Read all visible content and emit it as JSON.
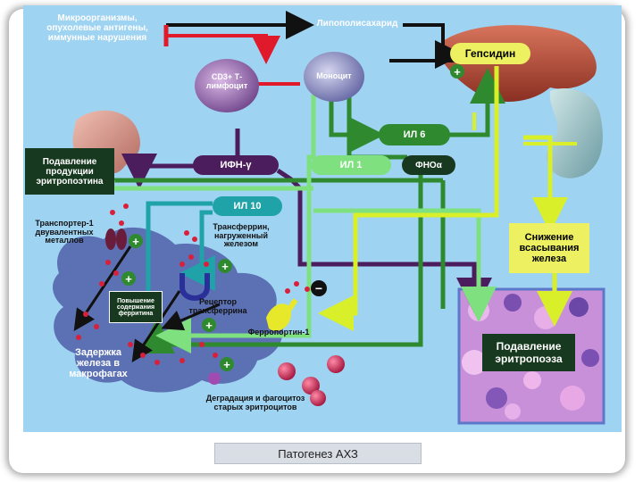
{
  "colors": {
    "background": "#9fd3f2",
    "purple_arrow": "#4b1d5c",
    "teal_arrow": "#1fa3a8",
    "green_arrow": "#2f8a2f",
    "lightgreen_arrow": "#7fe07f",
    "yellow_arrow": "#d9ef2a",
    "red_inhibit": "#e0192b",
    "dark_box": "#17391f",
    "yellow_box": "#ecf061",
    "marrow": "#c890d8"
  },
  "labels": {
    "microorganisms": "Микроорганизмы, опухолевые антигены, иммунные нарушения",
    "lps": "Липополисахарид",
    "hepcidin": "Гепсидин",
    "cd3": "CD3+ Т-лимфоцит",
    "monocyte": "Моноцит",
    "il6": "ИЛ 6",
    "ifn": "ИФН-γ",
    "il1": "ИЛ 1",
    "tnf": "ФНОα",
    "epo_suppression": "Подавление продукции эритропоэтина",
    "il10": "ИЛ 10",
    "dmt1": "Транспортер-1 двувалентных металлов",
    "transferrin": "Трансферрин, нагруженный железом",
    "absorption": "Снижение всасывания железа",
    "ferritin_increase": "Повышение содержания ферритина",
    "tf_receptor": "Рецептор трансферрина",
    "ferroportin": "Ферропортин-1",
    "iron_retention": "Задержка железа в макрофагах",
    "degradation": "Деградация и фагоцитоз старых эритроцитов",
    "erythropoiesis_suppression": "Подавление эритропоэза"
  },
  "signs": {
    "plus": "+",
    "minus": "−"
  },
  "caption": "Патогенез АХЗ"
}
